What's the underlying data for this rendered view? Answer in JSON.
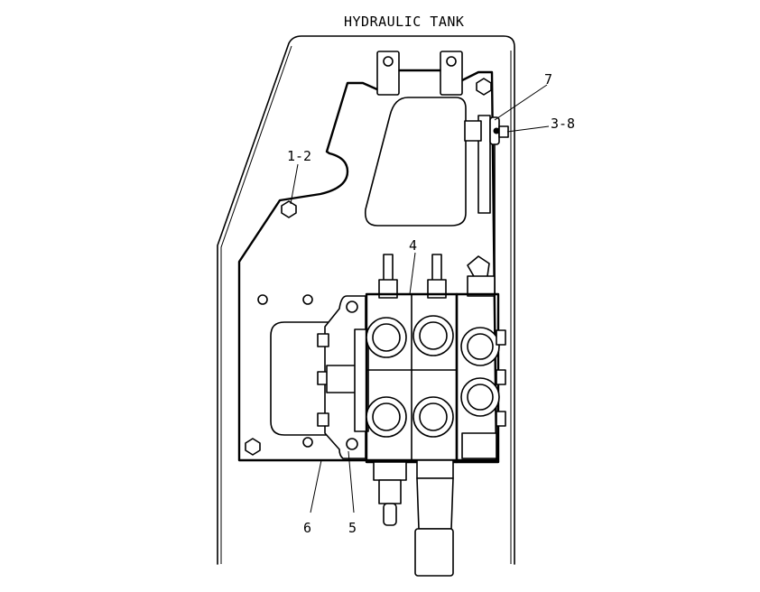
{
  "diagram": {
    "title": "HYDRAULIC TANK",
    "callouts": {
      "c1_2": "1-2",
      "c3_8": "3-8",
      "c4": "4",
      "c5": "5",
      "c6": "6",
      "c7": "7"
    }
  }
}
